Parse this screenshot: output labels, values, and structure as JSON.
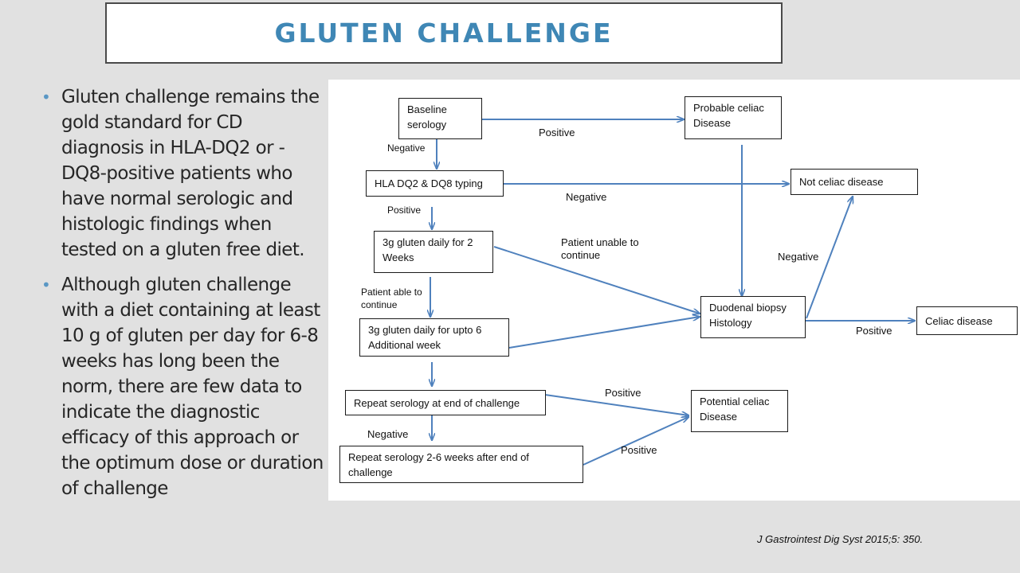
{
  "slide": {
    "title": "GLUTEN CHALLENGE",
    "bullets": [
      "Gluten challenge remains the gold standard for CD diagnosis in HLA-DQ2 or -DQ8-positive patients who have normal serologic and histologic findings when tested on a gluten free diet.",
      "Although gluten challenge with a diet containing at least 10 g of gluten per day for 6-8 weeks has long been the norm, there are few data to indicate the diagnostic efficacy of this approach or the optimum dose or duration of challenge"
    ],
    "citation": "J Gastrointest Dig Syst 2015;5: 350."
  },
  "diagram": {
    "boxes": {
      "baseline": "Baseline serology",
      "probable": "Probable celiac Disease",
      "hla": "HLA DQ2 & DQ8 typing",
      "not_celiac": "Not celiac disease",
      "gluten2": "3g gluten daily for 2 Weeks",
      "biopsy": "Duodenal biopsy Histology",
      "celiac": "Celiac disease",
      "gluten6": "3g gluten daily for upto 6 Additional week",
      "repeat_end": "Repeat serology at end of challenge",
      "potential": "Potential celiac Disease",
      "repeat_after": "Repeat serology 2-6 weeks after end of challenge"
    },
    "labels": {
      "positive_1": "Positive",
      "negative_1": "Negative",
      "negative_2": "Negative",
      "positive_2": "Positive",
      "unable": "Patient unable to continue",
      "negative_3": "Negative",
      "able": "Patient able to continue",
      "positive_3": "Positive",
      "positive_4": "Positive",
      "negative_4": "Negative",
      "positive_5": "Positive"
    },
    "arrow_color": "#4f81bd"
  }
}
